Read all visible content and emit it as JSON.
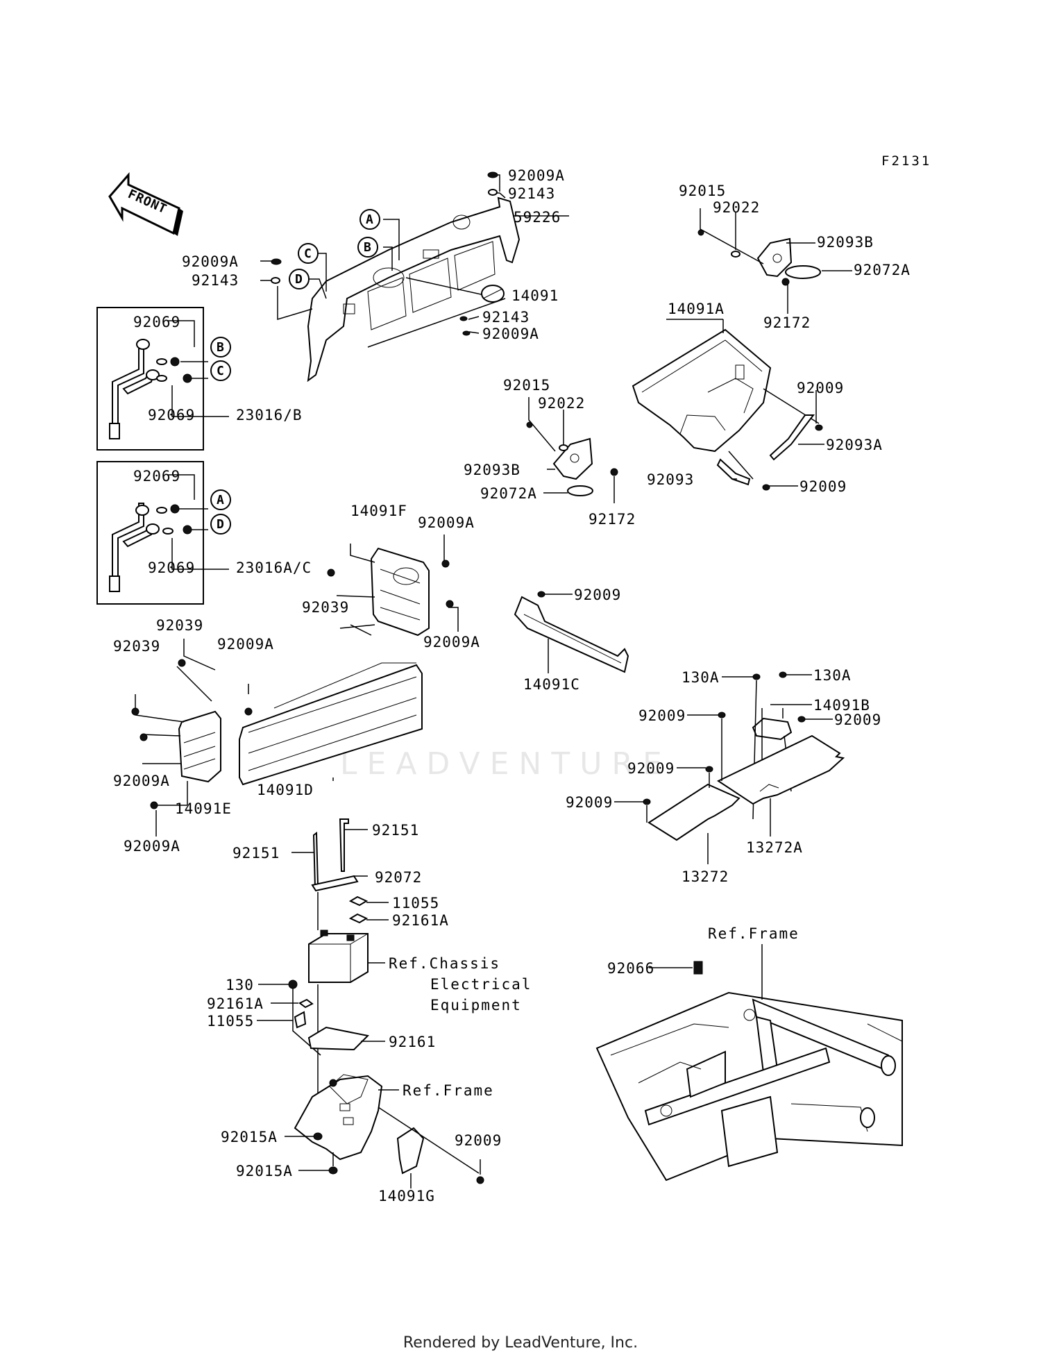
{
  "diagram": {
    "figure_code": "F2131",
    "front_label": "FRONT",
    "labels": {
      "p92009A_1": "92009A",
      "p92143_1": "92143",
      "p59226": "59226",
      "p92009A_2": "92009A",
      "p92143_2": "92143",
      "p14091": "14091",
      "p92143_3": "92143",
      "p92009A_3": "92009A",
      "p92015_1": "92015",
      "p92022_1": "92022",
      "p92093B_1": "92093B",
      "p92072A_1": "92072A",
      "p92172_1": "92172",
      "p14091A": "14091A",
      "p92009_1": "92009",
      "p92093A": "92093A",
      "p92093": "92093",
      "p92009_2": "92009",
      "p92015_2": "92015",
      "p92022_2": "92022",
      "p92093B_2": "92093B",
      "p92072A_2": "92072A",
      "p92172_2": "92172",
      "p92069_1": "92069",
      "p92069_2": "92069",
      "p23016B": "23016/B",
      "p92069_3": "92069",
      "p92069_4": "92069",
      "p23016AC": "23016A/C",
      "p14091F": "14091F",
      "p92009A_4": "92009A",
      "p92039_1": "92039",
      "p92009A_5": "92009A",
      "p92009_3": "92009",
      "p14091C": "14091C",
      "p92039_2": "92039",
      "p92039_3": "92039",
      "p92009A_6": "92009A",
      "p92009A_7": "92009A",
      "p14091E": "14091E",
      "p14091D": "14091D",
      "p92009A_8": "92009A",
      "p130A_1": "130A",
      "p130A_2": "130A",
      "p14091B": "14091B",
      "p92009_4": "92009",
      "p92009_5": "92009",
      "p92009_6": "92009",
      "p92009_7": "92009",
      "p13272A": "13272A",
      "p13272": "13272",
      "p92151_1": "92151",
      "p92151_2": "92151",
      "p92072": "92072",
      "p11055_1": "11055",
      "p92161A_1": "92161A",
      "ref_chassis_1": "Ref.Chassis",
      "ref_chassis_2": "Electrical",
      "ref_chassis_3": "Equipment",
      "p130": "130",
      "p92161A_2": "92161A",
      "p11055_2": "11055",
      "p92161": "92161",
      "ref_frame_1": "Ref.Frame",
      "p92015A_1": "92015A",
      "p92009_8": "92009",
      "p92015A_2": "92015A",
      "p14091G": "14091G",
      "ref_frame_2": "Ref.Frame",
      "p92066": "92066"
    },
    "circle_markers": {
      "A1": "A",
      "B1": "B",
      "C1": "C",
      "D1": "D",
      "B2": "B",
      "C2": "C",
      "A2": "A",
      "D2": "D"
    }
  },
  "watermark": "LEADVENTURE",
  "footer": "Rendered by LeadVenture, Inc."
}
